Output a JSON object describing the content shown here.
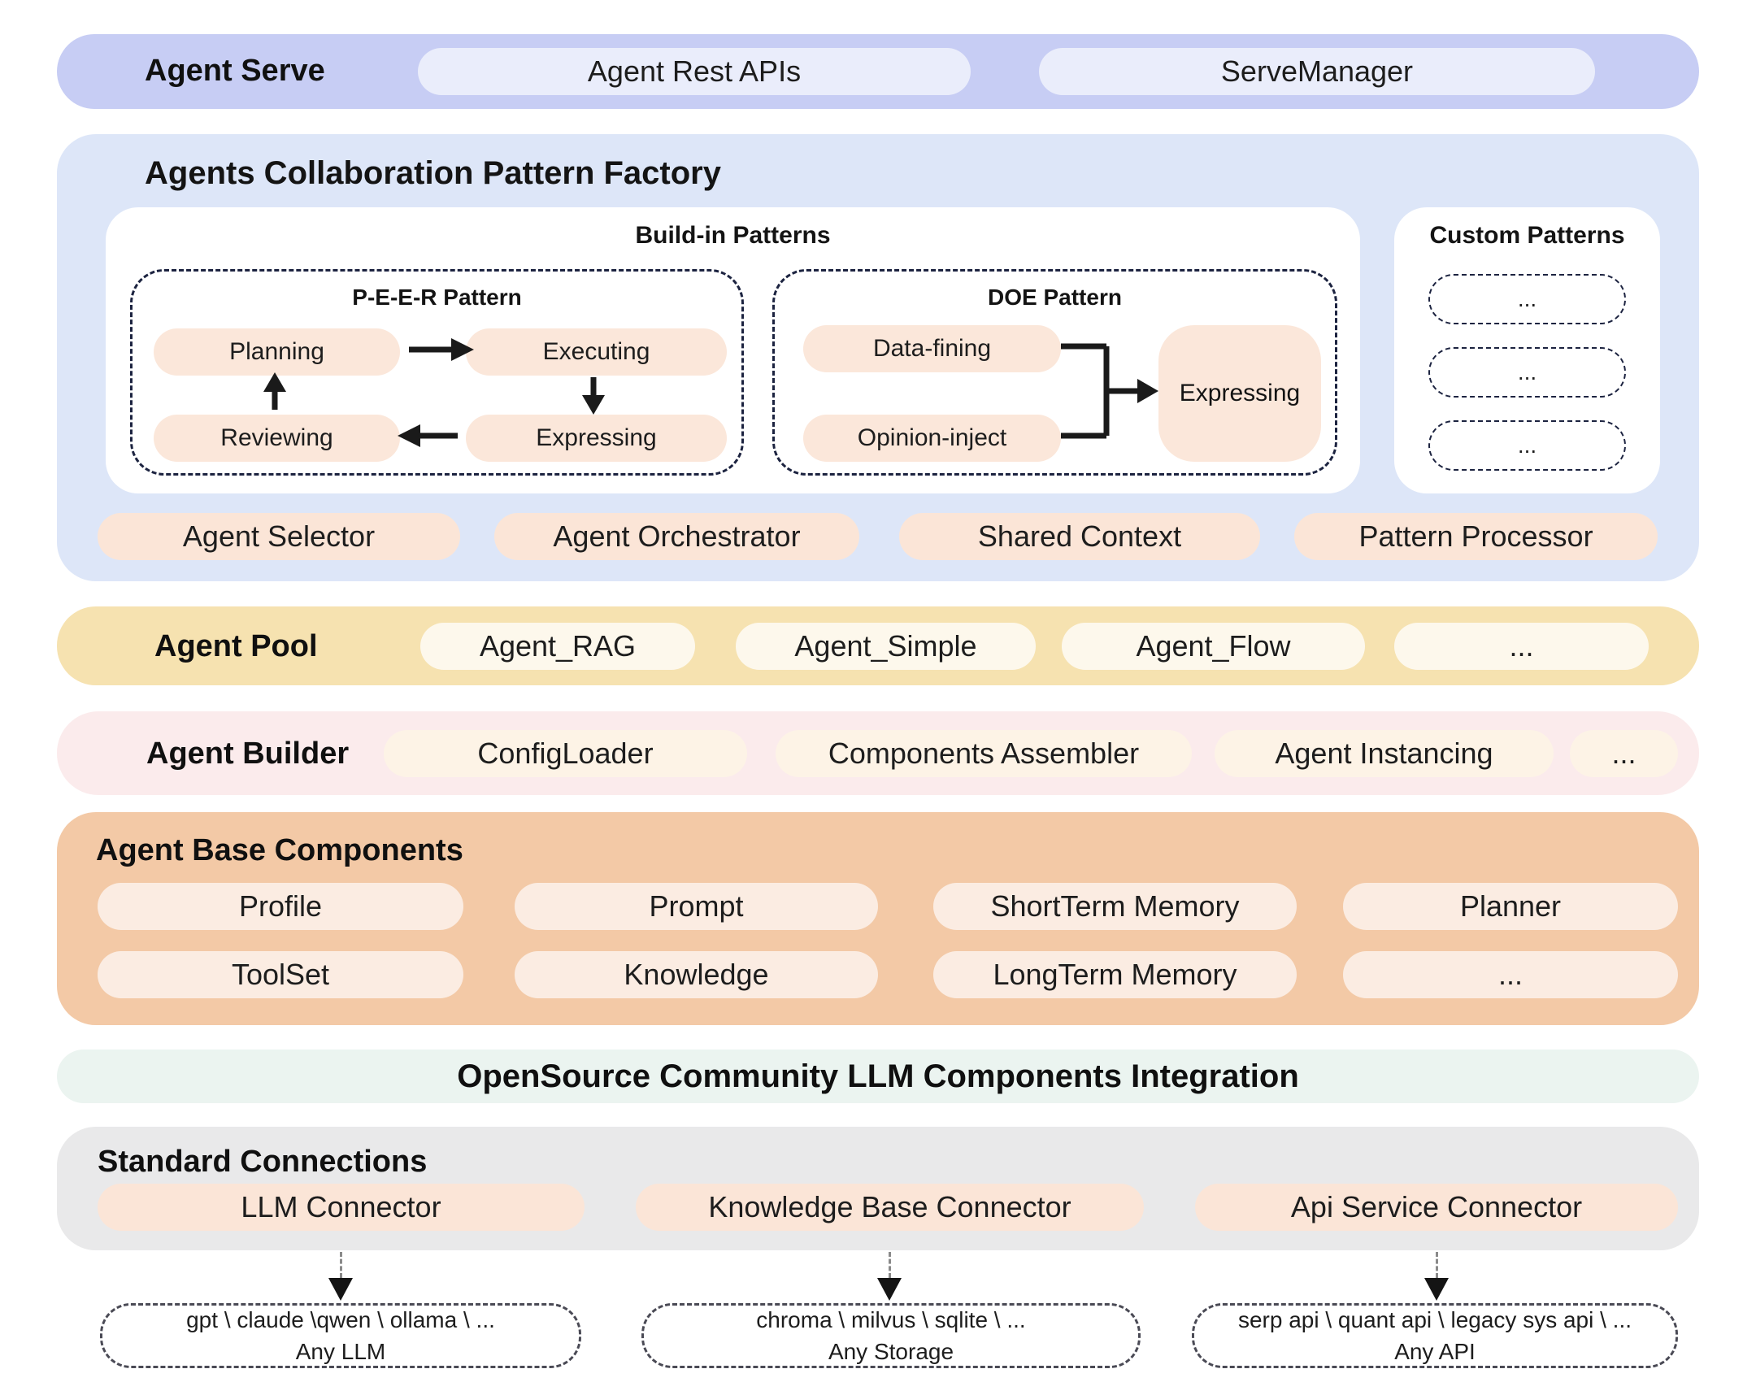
{
  "serve": {
    "title": "Agent Serve",
    "pills": [
      "Agent Rest APIs",
      "ServeManager"
    ]
  },
  "factory": {
    "title": "Agents Collaboration Pattern Factory",
    "builtin_title": "Build-in Patterns",
    "peer": {
      "title": "P-E-E-R Pattern",
      "planning": "Planning",
      "executing": "Executing",
      "reviewing": "Reviewing",
      "expressing": "Expressing"
    },
    "doe": {
      "title": "DOE Pattern",
      "data_fining": "Data-fining",
      "opinion_inject": "Opinion-inject",
      "expressing": "Expressing"
    },
    "custom": {
      "title": "Custom Patterns",
      "slots": [
        "...",
        "...",
        "..."
      ]
    },
    "pills": [
      "Agent Selector",
      "Agent Orchestrator",
      "Shared Context",
      "Pattern Processor"
    ]
  },
  "pool": {
    "title": "Agent Pool",
    "pills": [
      "Agent_RAG",
      "Agent_Simple",
      "Agent_Flow",
      "..."
    ]
  },
  "builder": {
    "title": "Agent Builder",
    "pills": [
      "ConfigLoader",
      "Components Assembler",
      "Agent Instancing",
      "..."
    ]
  },
  "base": {
    "title": "Agent Base Components",
    "pills": [
      "Profile",
      "Prompt",
      "ShortTerm Memory",
      "Planner",
      "ToolSet",
      "Knowledge",
      "LongTerm Memory",
      "..."
    ]
  },
  "integration": {
    "title": "OpenSource Community LLM Components Integration"
  },
  "connections": {
    "title": "Standard Connections",
    "pills": [
      "LLM Connector",
      "Knowledge Base Connector",
      "Api Service Connector"
    ]
  },
  "targets": [
    {
      "line1": "gpt \\ claude \\qwen \\ ollama \\ ...",
      "line2": "Any LLM"
    },
    {
      "line1": "chroma \\ milvus \\ sqlite \\ ...",
      "line2": "Any Storage"
    },
    {
      "line1": "serp api \\ quant api \\ legacy sys api \\ ...",
      "line2": "Any API"
    }
  ],
  "colors": {
    "serve_bar": "#c7cdf4",
    "serve_pill": "#eaedfb",
    "factory_bg": "#dde6f8",
    "panel_white": "#ffffff",
    "peach_pill": "#fbe5d7",
    "pattern_node": "#fbe7da",
    "pool_bg": "#f6e2b0",
    "pool_pill": "#fdf8ec",
    "builder_bg": "#fbebec",
    "builder_pill": "#fdf3e6",
    "base_bg": "#f3c9a6",
    "base_pill": "#fbece2",
    "integration_bg": "#ebf4f0",
    "connections_bg": "#e9e9ea",
    "dash_border": "#1c2340",
    "arrow": "#1a1a1a"
  }
}
